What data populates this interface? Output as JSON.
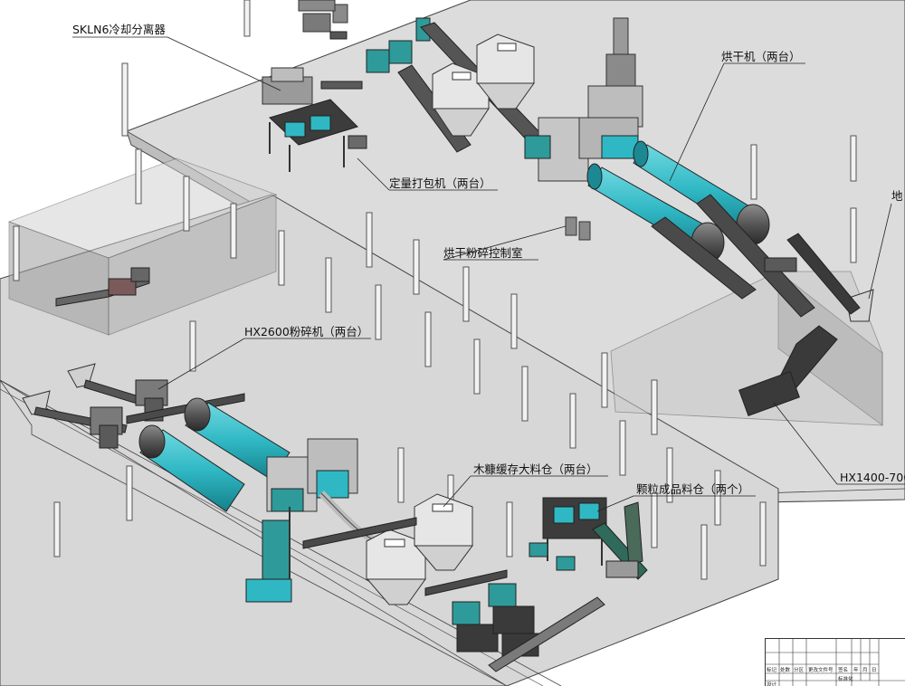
{
  "labels": {
    "cooling_separator": "SKLN6冷却分离器",
    "dryer": "烘干机（两台）",
    "packing_machine": "定量打包机（两台）",
    "control_room": "烘干粉碎控制室",
    "crusher_2600": "HX2600粉碎机（两台）",
    "bran_silo": "木糠缓存大料仓（两台）",
    "pellet_silo": "颗粒成品料仓（两个）",
    "crusher_1400": "HX1400-700",
    "right_edge_label": "地"
  },
  "title_block": {
    "headers": [
      "标记",
      "处数",
      "分区",
      "更改文件号",
      "签名",
      "年",
      "月",
      "日"
    ],
    "row2": [
      "设计",
      "标准化"
    ]
  },
  "colors": {
    "floor": "#d9d9d9",
    "floor_edge": "#4a4a4a",
    "wall_glass": "#9a9a9a",
    "drum_cyan": "#2fb8c4",
    "drum_dark": "#4a4a4a",
    "machine_teal": "#3a9a9a",
    "steel": "#7a7a7a",
    "silo": "#e6e6e6"
  }
}
